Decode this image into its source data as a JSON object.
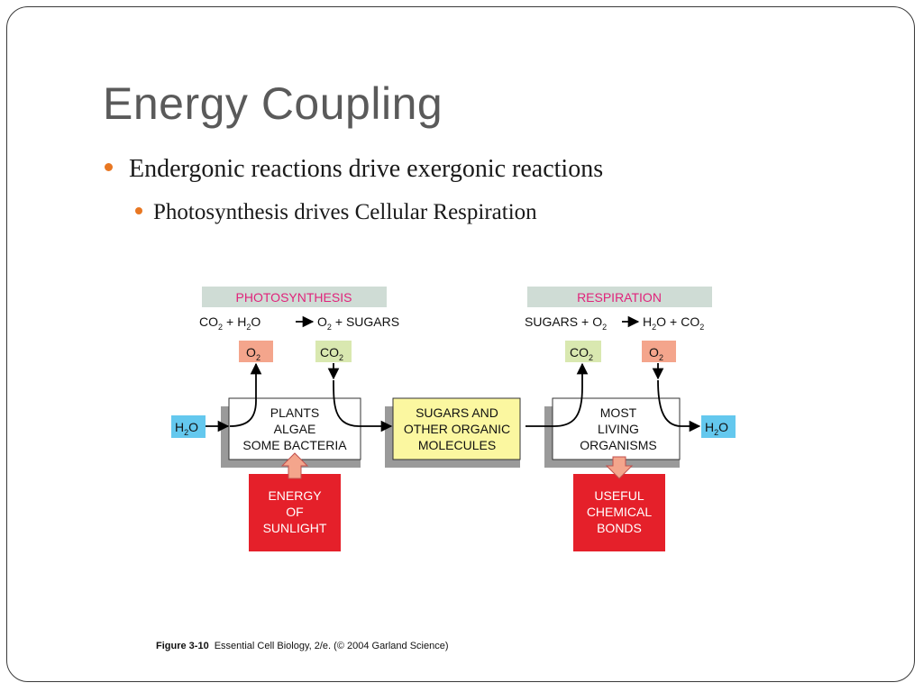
{
  "slide": {
    "title": "Energy Coupling",
    "bullet_1": "Endergonic reactions drive exergonic reactions",
    "bullet_2": "Photosynthesis drives Cellular Respiration"
  },
  "diagram": {
    "photosynthesis_header": "PHOTOSYNTHESIS",
    "respiration_header": "RESPIRATION",
    "photosynthesis_equation": {
      "co2": "CO",
      "sub2": "2",
      "plus": "+",
      "h": "H",
      "o": "O",
      "o2": "O",
      "sugars": "+ SUGARS"
    },
    "respiration_equation": {
      "sugars": "SUGARS +",
      "o2": "O",
      "sub2": "2",
      "h": "H",
      "o": "O",
      "plus": "+",
      "co2": "CO"
    },
    "tag_o2_left": {
      "main": "O",
      "sub": "2"
    },
    "tag_co2_left": {
      "main": "CO",
      "sub": "2"
    },
    "tag_co2_right": {
      "main": "CO",
      "sub": "2"
    },
    "tag_o2_right": {
      "main": "O",
      "sub": "2"
    },
    "h2o_left": {
      "main": "H",
      "sub": "2",
      "tail": "O"
    },
    "h2o_right": {
      "main": "H",
      "sub": "2",
      "tail": "O"
    },
    "plants_box": [
      "PLANTS",
      "ALGAE",
      "SOME BACTERIA"
    ],
    "sugars_box": [
      "SUGARS AND",
      "OTHER ORGANIC",
      "MOLECULES"
    ],
    "organisms_box": [
      "MOST",
      "LIVING",
      "ORGANISMS"
    ],
    "sunlight_box": [
      "ENERGY",
      "OF",
      "SUNLIGHT"
    ],
    "bonds_box": [
      "USEFUL",
      "CHEMICAL",
      "BONDS"
    ],
    "colors": {
      "header_bg": "#cfdcd5",
      "header_text": "#e0237b",
      "o2_tag": "#f4a58c",
      "co2_tag": "#d9e8b0",
      "h2o_tag": "#64c8ee",
      "sugars_box": "#fbf7a0",
      "energy_box": "#e5202a",
      "shadow": "#9a9a9a"
    }
  },
  "caption": {
    "figure": "Figure 3-10",
    "source": "Essential Cell Biology, 2/e. (© 2004 Garland Science)"
  }
}
